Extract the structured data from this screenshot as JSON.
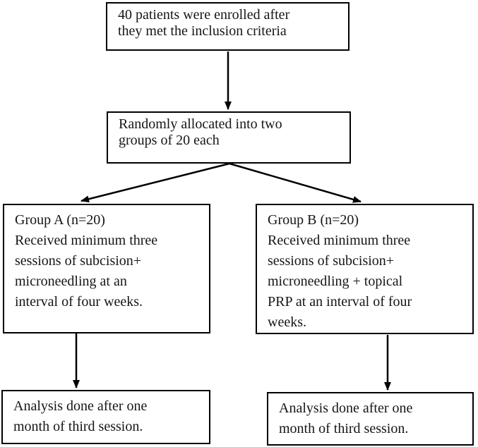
{
  "flowchart": {
    "colors": {
      "box_border": "#000000",
      "box_background": "#ffffff",
      "text": "#161616",
      "arrow": "#000000"
    },
    "boxes": {
      "enrollment": {
        "lines": [
          "40 patients were enrolled after",
          "they met the inclusion criteria"
        ]
      },
      "randomization": {
        "lines": [
          "Randomly allocated into two",
          "groups of 20 each"
        ]
      },
      "group_a": {
        "lines": [
          "Group A (n=20)",
          "Received minimum three",
          "sessions of subcision+",
          "microneedling at an",
          "interval of four weeks."
        ]
      },
      "group_b": {
        "lines": [
          "Group B (n=20)",
          "Received minimum three",
          "sessions of subcision+",
          "microneedling + topical",
          "PRP at an interval of four",
          "weeks."
        ]
      },
      "analysis_a": {
        "lines": [
          "Analysis done after one",
          "month of third session."
        ]
      },
      "analysis_b": {
        "lines": [
          "Analysis done after one",
          "month of third session."
        ]
      }
    }
  }
}
